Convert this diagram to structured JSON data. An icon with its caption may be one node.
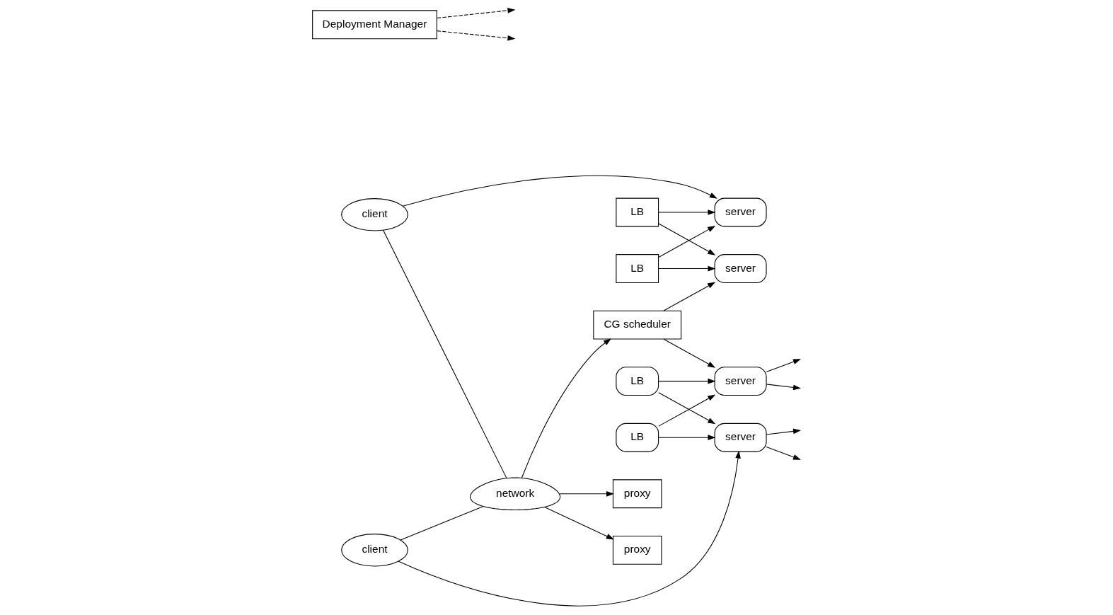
{
  "diagram": {
    "nodes": [
      {
        "text": [
          "client"
        ]
      },
      {
        "text": [
          "client"
        ]
      },
      {
        "text": [
          "network"
        ]
      },
      {
        "text": [
          "CG scheduler"
        ]
      },
      {
        "text": [
          "proxy"
        ]
      },
      {
        "text": [
          "LB"
        ]
      },
      {
        "text": [
          "proxy"
        ]
      },
      {
        "text": [
          "LB"
        ]
      },
      {
        "text": [
          "server"
        ]
      },
      {
        "text": [
          "LB"
        ]
      },
      {
        "text": [
          "server"
        ]
      },
      {
        "text": [
          "LB"
        ]
      },
      {
        "text": [
          "server"
        ]
      },
      {
        "text": [
          "server"
        ]
      },
      {
        "text": [
          "Deployment Manager"
        ]
      }
    ],
    "edges": [
      {
        "from": 0,
        "to": 2,
        "arrow": "none"
      },
      {
        "from": 1,
        "to": 2,
        "arrow": "none"
      },
      {
        "from": 2,
        "to": 3,
        "arrow": "to"
      },
      {
        "from": 2,
        "to": 4,
        "arrow": "to"
      },
      {
        "from": 2,
        "to": 6,
        "arrow": "to"
      },
      {
        "from": 3,
        "to": 8,
        "arrow": "to"
      },
      {
        "from": 3,
        "to": 12,
        "arrow": "to"
      },
      {
        "from": 5,
        "to": 8,
        "arrow": "to"
      },
      {
        "from": 5,
        "to": 10,
        "arrow": "to"
      },
      {
        "from": 7,
        "to": 8,
        "arrow": "to"
      },
      {
        "from": 7,
        "to": 10,
        "arrow": "to"
      },
      {
        "from": 9,
        "to": 12,
        "arrow": "to"
      },
      {
        "from": 9,
        "to": 13,
        "arrow": "to"
      },
      {
        "from": 11,
        "to": 12,
        "arrow": "to"
      },
      {
        "from": 11,
        "to": 13,
        "arrow": "to"
      },
      {
        "from": 0,
        "to": 10,
        "arrow": "to"
      },
      {
        "from": 1,
        "to": 13,
        "arrow": "to"
      },
      {
        "from": 12,
        "to": null,
        "arrow": "to"
      },
      {
        "from": 12,
        "to": null,
        "arrow": "to"
      },
      {
        "from": 13,
        "to": null,
        "arrow": "to"
      },
      {
        "from": 13,
        "to": null,
        "arrow": "to"
      },
      {
        "from": 14,
        "to": null,
        "arrow": "to",
        "style": "dashed"
      },
      {
        "from": 14,
        "to": null,
        "arrow": "to",
        "style": "dashed"
      }
    ]
  }
}
